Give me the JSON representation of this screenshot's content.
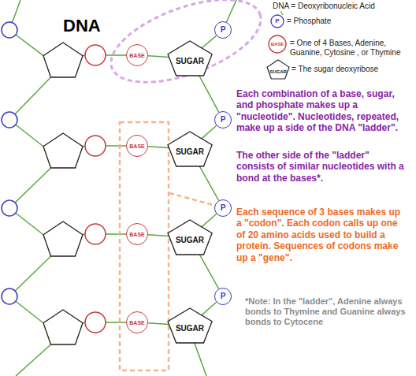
{
  "diagram": {
    "title": "DNA",
    "nodes": [
      {
        "text": [
          "P"
        ]
      },
      {
        "text": [
          "BASE"
        ]
      },
      {
        "text": [
          "SUGAR"
        ]
      },
      {
        "text": [
          "P"
        ]
      },
      {
        "text": [
          "BASE"
        ]
      },
      {
        "text": [
          "SUGAR"
        ]
      },
      {
        "text": [
          "P"
        ]
      },
      {
        "text": [
          "BASE"
        ]
      },
      {
        "text": [
          "SUGAR"
        ]
      },
      {
        "text": [
          "P"
        ]
      },
      {
        "text": [
          "BASE"
        ]
      },
      {
        "text": [
          "SUGAR"
        ]
      }
    ],
    "edges": [
      {
        "from": 0,
        "to": 2,
        "arrow": "none"
      },
      {
        "from": 1,
        "to": 2,
        "arrow": "none"
      },
      {
        "from": 2,
        "to": 3,
        "arrow": "none"
      },
      {
        "from": 3,
        "to": 5,
        "arrow": "none"
      },
      {
        "from": 4,
        "to": 5,
        "arrow": "none"
      },
      {
        "from": 5,
        "to": 6,
        "arrow": "none"
      },
      {
        "from": 6,
        "to": 8,
        "arrow": "none"
      },
      {
        "from": 7,
        "to": 8,
        "arrow": "none"
      },
      {
        "from": 8,
        "to": 9,
        "arrow": "none"
      },
      {
        "from": 9,
        "to": 11,
        "arrow": "none"
      },
      {
        "from": 10,
        "to": 11,
        "arrow": "none"
      }
    ],
    "labels": [
      "DNA = Deoxyribonucleic Acid",
      "P",
      "BASE",
      "SUGAR",
      "Each combination of a base, sugar, and phosphate makes up a \"nucleotide\". Nucleotides, repeated, make up a side of the DNA \"ladder\".",
      "The other side of the \"ladder\" consists of similar nucleotides with a bond at the bases*.",
      "Each sequence of 3 bases makes up a \"codon\". Each codon calls up one of 20 amino acids used to build a protein. Sequences of codons make up a \"gene\".",
      "*Note: In the \"ladder\", Adenine always bonds to Thymine and Guanine always bonds to Cytocene"
    ],
    "legend": [
      {
        "text": "= Phosphate"
      },
      {
        "text": "= One of 4 Bases, Adenine, Guanine, Cytosine , or Thymine"
      },
      {
        "text": "= The sugar deoxyribose"
      }
    ]
  }
}
